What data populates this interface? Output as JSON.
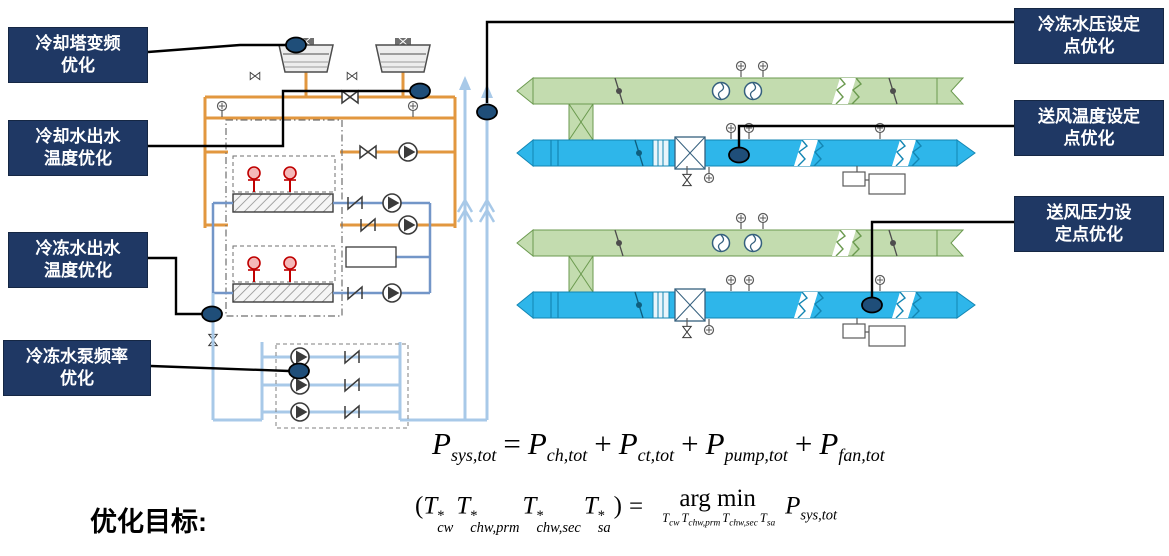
{
  "colors": {
    "callout_bg": "#1F3864",
    "callout_text": "#FFFFFF",
    "marker_fill": "#1F4E79",
    "condenser_pipe_orange": "#E2973F",
    "chilled_pipe_light_blue": "#A8C9E8",
    "primary_pipe_blue": "#7396C8",
    "return_duct_green": "#C3DCAF",
    "supply_duct_blue": "#2EB6EA",
    "red_accent": "#C00000"
  },
  "callouts": {
    "cooling_tower_vfd": {
      "line1": "冷却塔变频",
      "line2": "优化"
    },
    "cw_supply_temp": {
      "line1": "冷却水出水",
      "line2": "温度优化"
    },
    "chw_supply_temp": {
      "line1": "冷冻水出水",
      "line2": "温度优化"
    },
    "chw_pump_freq": {
      "line1": "冷冻水泵频率",
      "line2": "优化"
    },
    "chw_pressure_sp": {
      "line1": "冷冻水压设定",
      "line2": "点优化"
    },
    "sa_temp_sp": {
      "line1": "送风温度设定",
      "line2": "点优化"
    },
    "sa_pressure_sp": {
      "line1": "送风压力设",
      "line2": "定点优化"
    }
  },
  "objective": {
    "label": "优化目标:"
  },
  "formulas": {
    "power_total": {
      "lhs_base": "P",
      "lhs_sub": "sys,tot",
      "equals": "=",
      "t1_base": "P",
      "t1_sub": "ch,tot",
      "plus1": "+",
      "t2_base": "P",
      "t2_sub": "ct,tot",
      "plus2": "+",
      "t3_base": "P",
      "t3_sub": "pump,tot",
      "plus3": "+",
      "t4_base": "P",
      "t4_sub": "fan,tot"
    },
    "argmin": {
      "open_paren": "(",
      "v1_base": "T",
      "v1_sup": "*",
      "v1_sub": "cw",
      "v2_base": "T",
      "v2_sup": "*",
      "v2_sub": "chw,prm",
      "v3_base": "T",
      "v3_sup": "*",
      "v3_sub": "chw,sec",
      "v4_base": "T",
      "v4_sup": "*",
      "v4_sub": "sa",
      "close_paren": ")",
      "equals": "=",
      "operator": "arg min",
      "u1_base": "T",
      "u1_sub": "cw",
      "u2_base": "T",
      "u2_sub": "chw,prm",
      "u3_base": "T",
      "u3_sub": "chw,sec",
      "u4_base": "T",
      "u4_sub": "sa",
      "obj_base": "P",
      "obj_sub": "sys,tot"
    }
  }
}
